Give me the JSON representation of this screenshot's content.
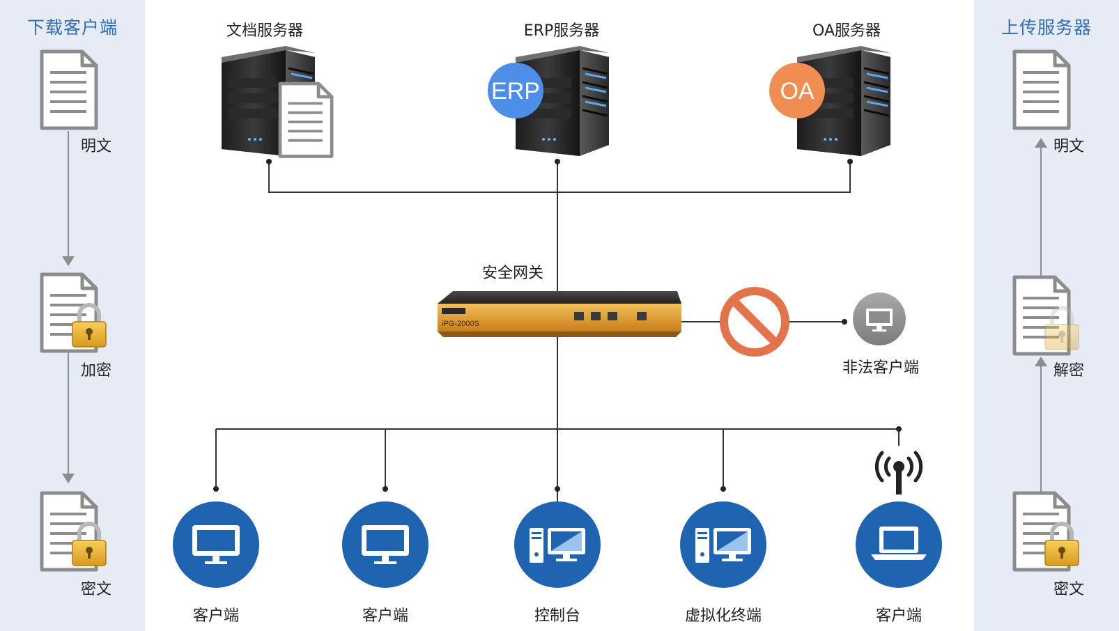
{
  "colors": {
    "panel_bg": "#e6ebf5",
    "panel_title": "#2f6db5",
    "client_blue": "#1f64b0",
    "erp_badge": "#4d8fe8",
    "oa_badge": "#f08d52",
    "block_red": "#e3734b",
    "gateway_accent": "#e89a2c"
  },
  "left_panel": {
    "title": "下载客户端",
    "steps": [
      {
        "label": "明文",
        "icon": "plain-document-icon"
      },
      {
        "label": "加密",
        "icon": "locked-document-icon"
      },
      {
        "label": "密文",
        "icon": "locked-document-icon"
      }
    ]
  },
  "right_panel": {
    "title": "上传服务器",
    "steps": [
      {
        "label": "明文",
        "icon": "plain-document-icon"
      },
      {
        "label": "解密",
        "icon": "unlocked-document-icon"
      },
      {
        "label": "密文",
        "icon": "locked-document-icon"
      }
    ]
  },
  "servers": [
    {
      "label": "文档服务器",
      "badge": "",
      "icon": "document-server-icon"
    },
    {
      "label": "ERP服务器",
      "badge": "ERP",
      "icon": "erp-server-icon"
    },
    {
      "label": "OA服务器",
      "badge": "OA",
      "icon": "oa-server-icon"
    }
  ],
  "gateway": {
    "label": "安全网关",
    "model": "iPG-2000S",
    "icon": "security-gateway-icon"
  },
  "illegal_client": {
    "label": "非法客户端",
    "icon": "monitor-icon",
    "block_icon": "prohibited-icon"
  },
  "clients": [
    {
      "label": "客户端",
      "icon": "monitor-icon"
    },
    {
      "label": "客户端",
      "icon": "monitor-icon"
    },
    {
      "label": "控制台",
      "icon": "desktop-pc-icon"
    },
    {
      "label": "虚拟化终端",
      "icon": "desktop-pc-icon"
    },
    {
      "label": "客户端",
      "icon": "laptop-icon"
    }
  ],
  "wireless_icon": "wireless-signal-icon"
}
